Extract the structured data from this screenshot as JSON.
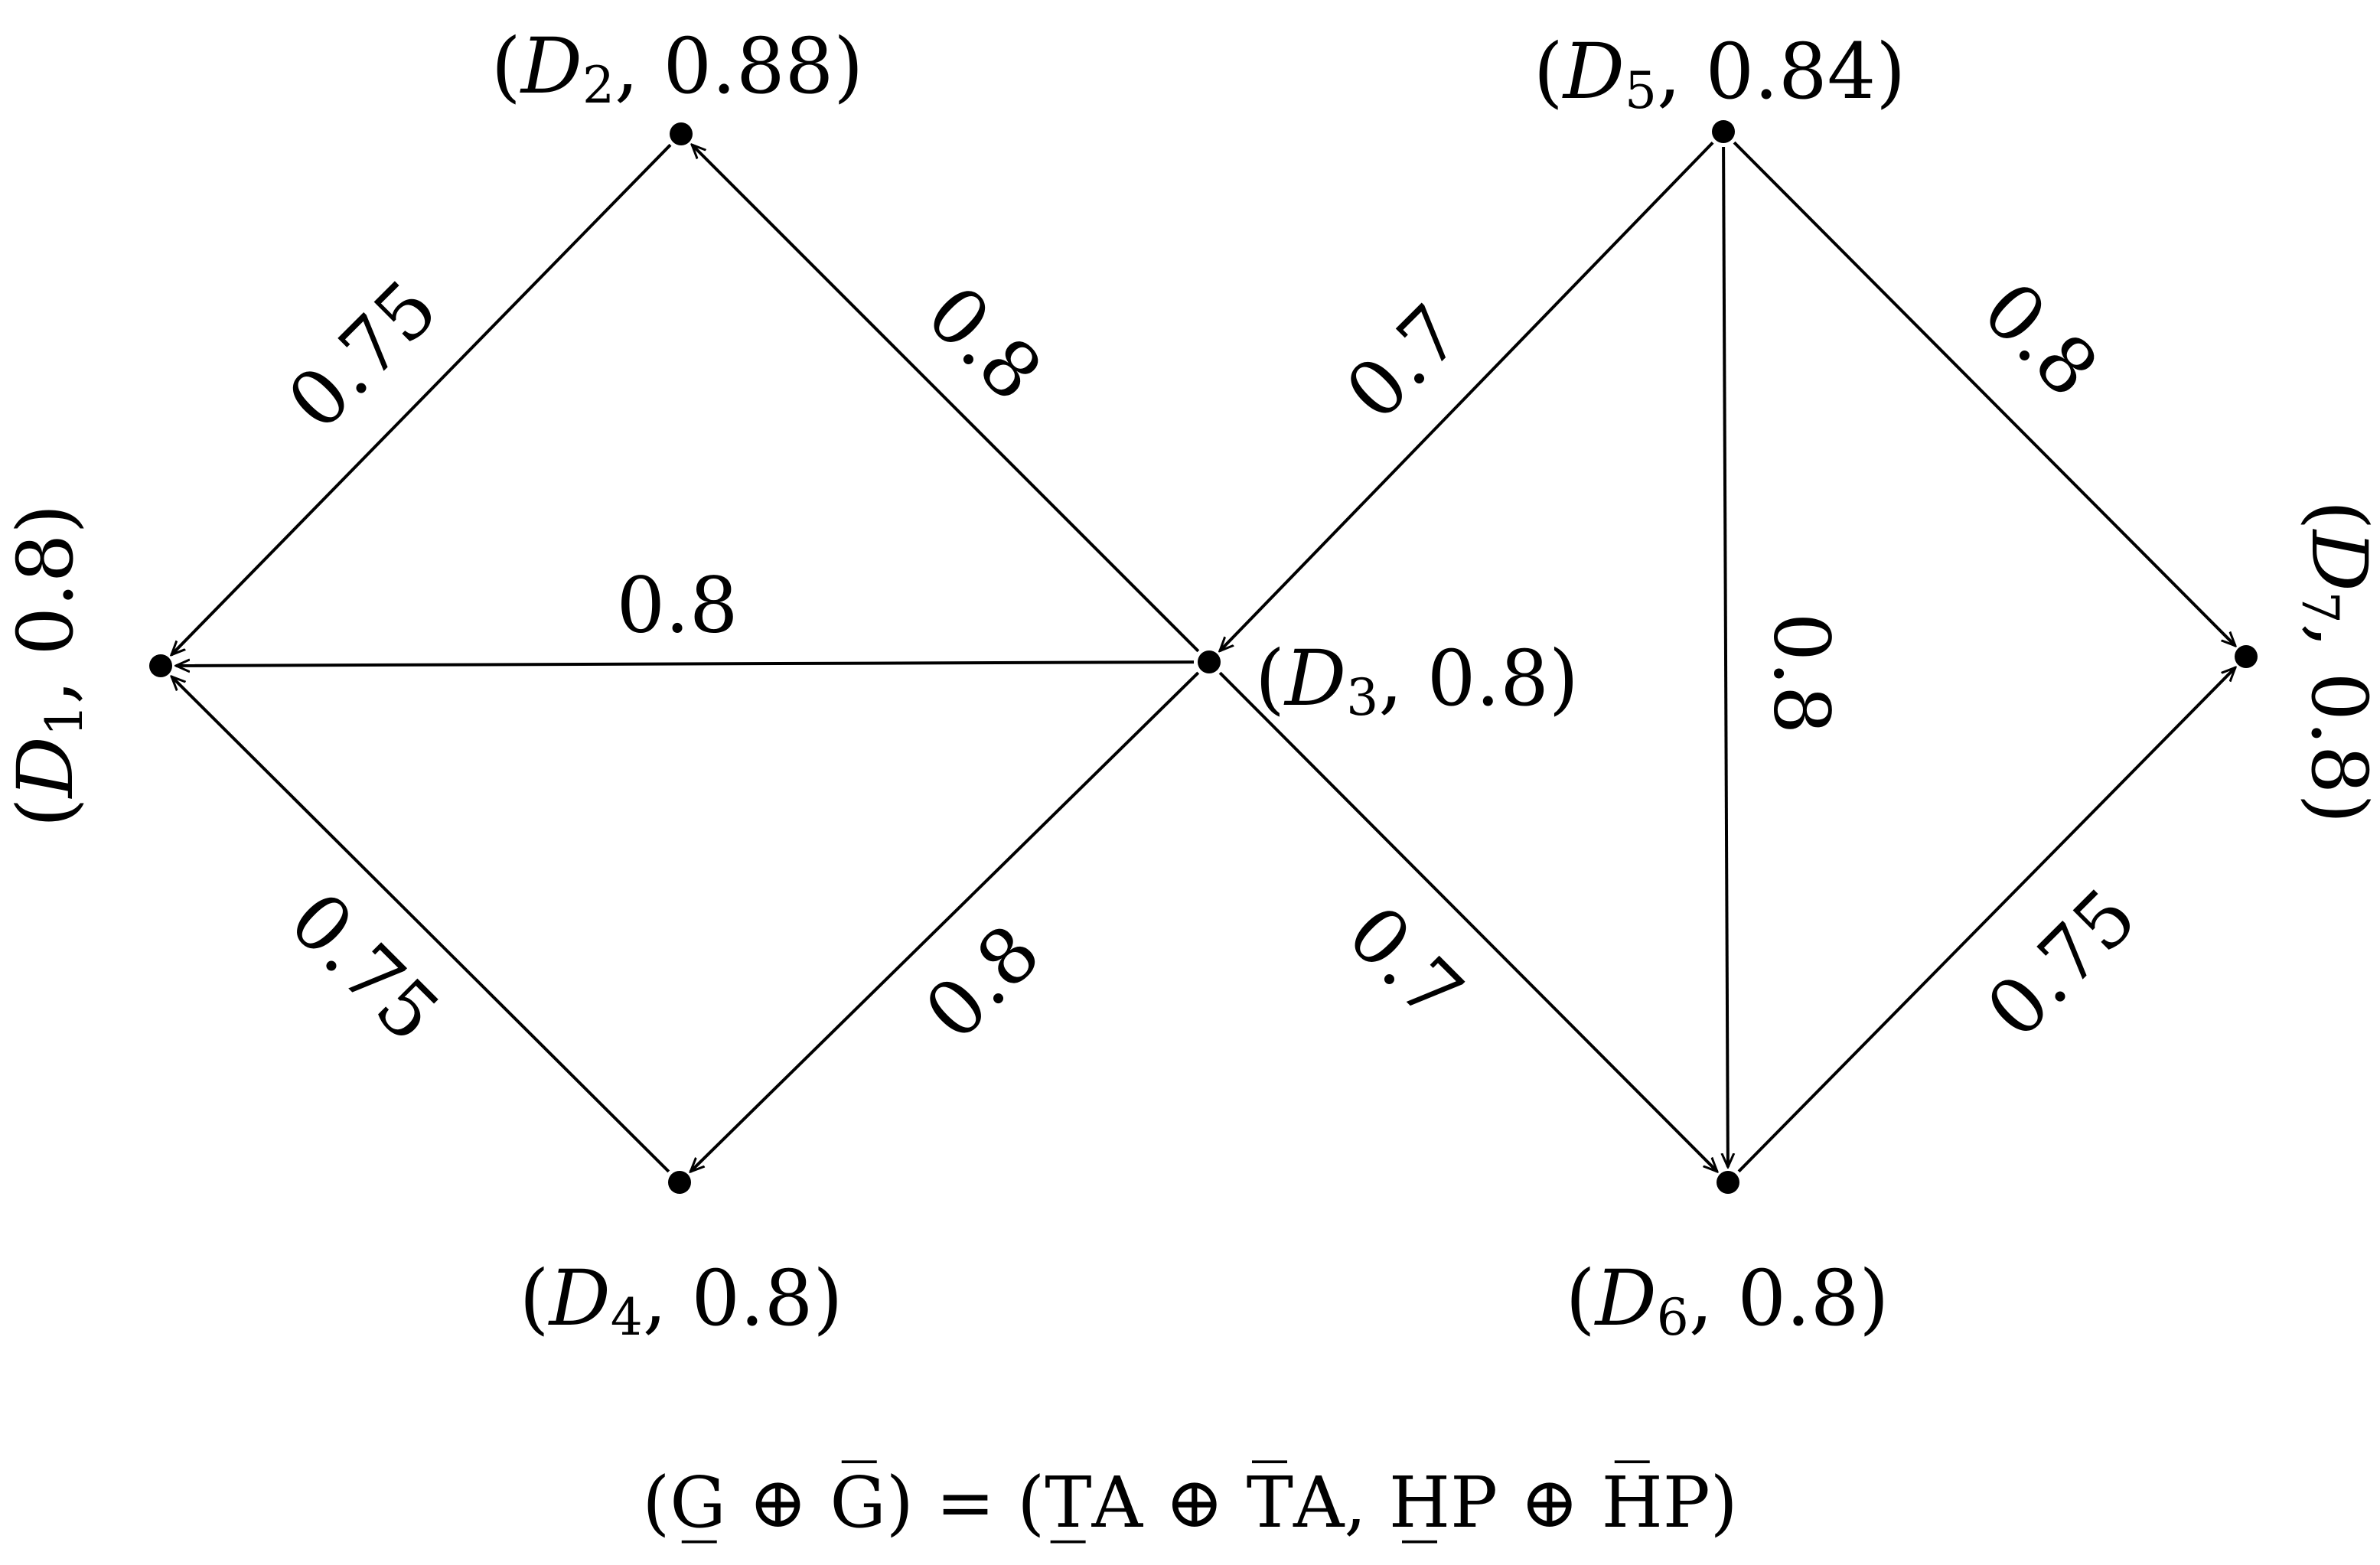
{
  "nodes": [
    {
      "id": "D1",
      "name": "D",
      "sub": "1",
      "value": "0.8"
    },
    {
      "id": "D2",
      "name": "D",
      "sub": "2",
      "value": "0.88"
    },
    {
      "id": "D3",
      "name": "D",
      "sub": "3",
      "value": "0.8"
    },
    {
      "id": "D4",
      "name": "D",
      "sub": "4",
      "value": "0.8"
    },
    {
      "id": "D5",
      "name": "D",
      "sub": "5",
      "value": "0.84"
    },
    {
      "id": "D6",
      "name": "D",
      "sub": "6",
      "value": "0.8"
    },
    {
      "id": "D7",
      "name": "D",
      "sub": "7",
      "value": "0.8"
    }
  ],
  "edges": [
    {
      "from": "D2",
      "to": "D1",
      "weight": "0.75"
    },
    {
      "from": "D3",
      "to": "D2",
      "weight": "0.8"
    },
    {
      "from": "D3",
      "to": "D1",
      "weight": "0.8"
    },
    {
      "from": "D4",
      "to": "D1",
      "weight": "0.75"
    },
    {
      "from": "D3",
      "to": "D4",
      "weight": "0.8"
    },
    {
      "from": "D5",
      "to": "D3",
      "weight": "0.7"
    },
    {
      "from": "D5",
      "to": "D6",
      "weight": "0.8"
    },
    {
      "from": "D5",
      "to": "D7",
      "weight": "0.8"
    },
    {
      "from": "D3",
      "to": "D6",
      "weight": "0.7"
    },
    {
      "from": "D6",
      "to": "D7",
      "weight": "0.75"
    }
  ],
  "caption": "(G̲ ⊕ G̅) = (T̲A ⊕ T̅A, H̲P ⊕ H̅P)"
}
